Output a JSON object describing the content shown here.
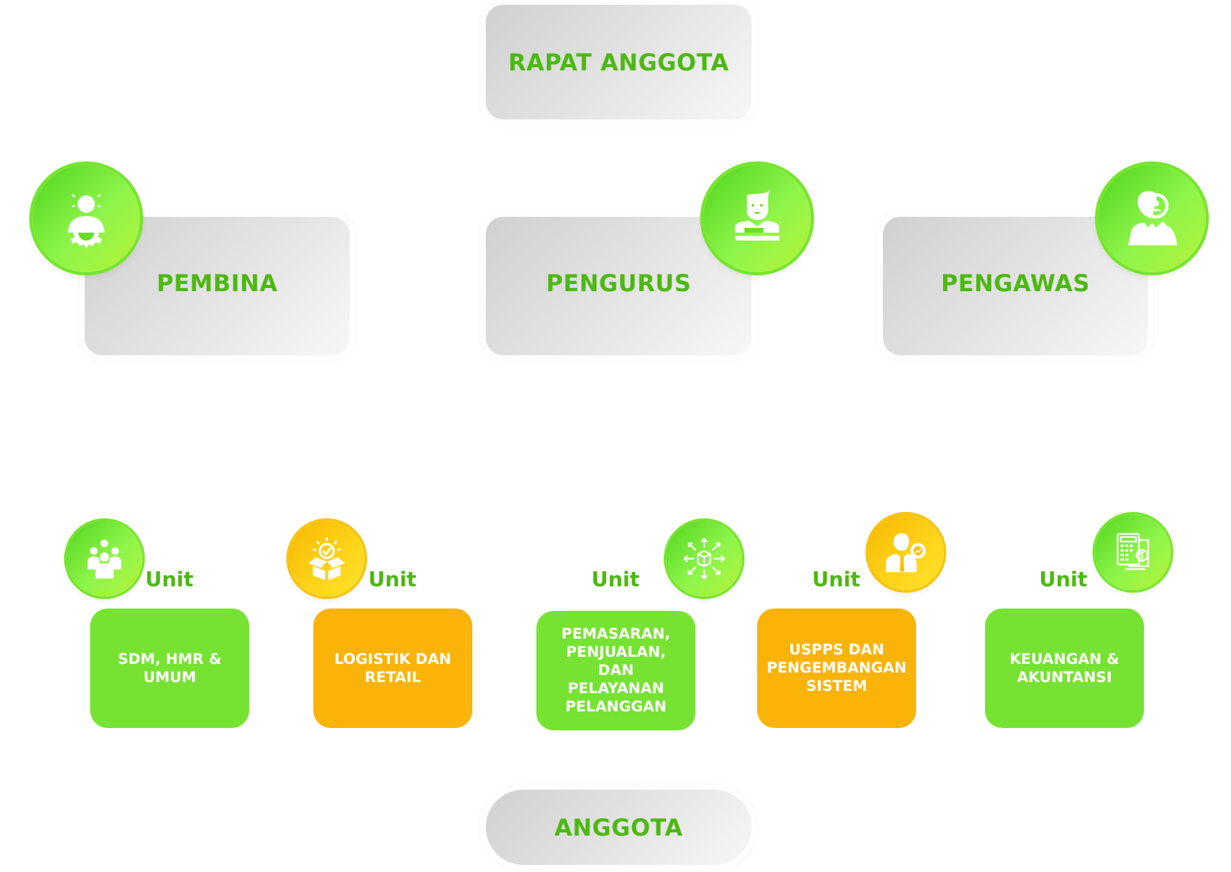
{
  "top": {
    "rapat_anggota": "RAPAT ANGGOTA"
  },
  "roles": [
    {
      "label": "PEMBINA",
      "icon": "mentor-gear-icon"
    },
    {
      "label": "PENGURUS",
      "icon": "manager-desk-icon"
    },
    {
      "label": "PENGAWAS",
      "icon": "inspector-magnifier-icon"
    }
  ],
  "units": [
    {
      "prefix": "Unit",
      "label": "SDM, HMR &\nUMUM",
      "color": "green",
      "icon": "team-group-icon"
    },
    {
      "prefix": "Unit",
      "label": "LOGISTIK DAN\nRETAIL",
      "color": "yellow",
      "icon": "box-check-icon"
    },
    {
      "prefix": "Unit",
      "label": "PEMASARAN,\nPENJUALAN,\nDAN\nPELAYANAN\nPELANGGAN",
      "color": "green",
      "icon": "distribution-box-icon"
    },
    {
      "prefix": "Unit",
      "label": "USPPS DAN\nPENGEMBANGAN\nSISTEM",
      "color": "yellow",
      "icon": "businessman-gear-chart-icon"
    },
    {
      "prefix": "Unit",
      "label": "KEUANGAN &\nAKUNTANSI",
      "color": "green",
      "icon": "calculator-money-icon"
    }
  ],
  "bottom": {
    "anggota": "ANGGOTA"
  },
  "colors": {
    "heading_green": "#4db812",
    "unit_green": "#76e232",
    "unit_yellow": "#fab309",
    "box_gray": "#dcdcdc"
  }
}
